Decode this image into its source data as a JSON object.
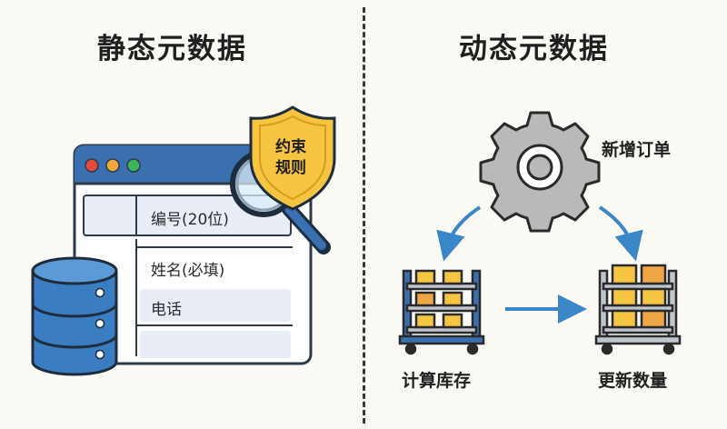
{
  "left": {
    "title": "静态元数据",
    "form_fields": [
      "编号(20位)",
      "姓名(必填)",
      "电话",
      ""
    ],
    "shield_line1": "约束",
    "shield_line2": "规则",
    "window_dot_colors": [
      "#e24b3b",
      "#f2a93b",
      "#3fb55b"
    ],
    "icons": [
      "browser-window-icon",
      "database-icon",
      "magnifier-icon",
      "shield-icon"
    ]
  },
  "right": {
    "title": "动态元数据",
    "gear_label": "新增订单",
    "shelf_left_label": "计算库存",
    "shelf_right_label": "更新数量",
    "icons": [
      "gear-icon",
      "shelf-cart-icon",
      "arrow-icon"
    ]
  },
  "colors": {
    "accent_blue": "#3a86c8",
    "box_yellow": "#f5c542",
    "box_orange": "#f0a544",
    "gear_gray": "#b9b9b9"
  }
}
